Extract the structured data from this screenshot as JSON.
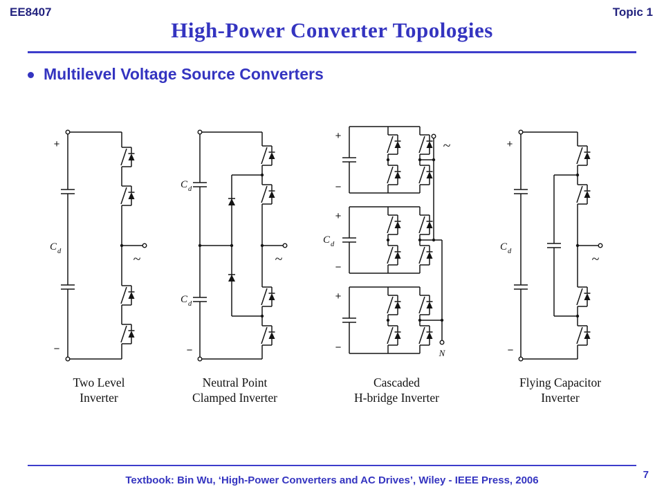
{
  "colors": {
    "accent": "#3434c0",
    "rule": "#3d3dcb",
    "navy": "#23237f",
    "ink": "#141414"
  },
  "header": {
    "course": "EE8407",
    "topic": "Topic 1"
  },
  "title": "High-Power Converter Topologies",
  "bullet": "Multilevel Voltage Source Converters",
  "figures": [
    {
      "caption_line1": "Two Level",
      "caption_line2": "Inverter"
    },
    {
      "caption_line1": "Neutral Point",
      "caption_line2": "Clamped Inverter"
    },
    {
      "caption_line1": "Cascaded",
      "caption_line2": "H-bridge Inverter"
    },
    {
      "caption_line1": "Flying Capacitor",
      "caption_line2": "Inverter"
    }
  ],
  "symbols": {
    "plus": "+",
    "minus": "−",
    "ac": "~",
    "neutral": "N",
    "cap_c": "C",
    "cap_d": "d"
  },
  "footer": {
    "text": "Textbook: Bin Wu, ‘High-Power Converters and AC Drives’, Wiley - IEEE Press, 2006",
    "page": "7"
  }
}
